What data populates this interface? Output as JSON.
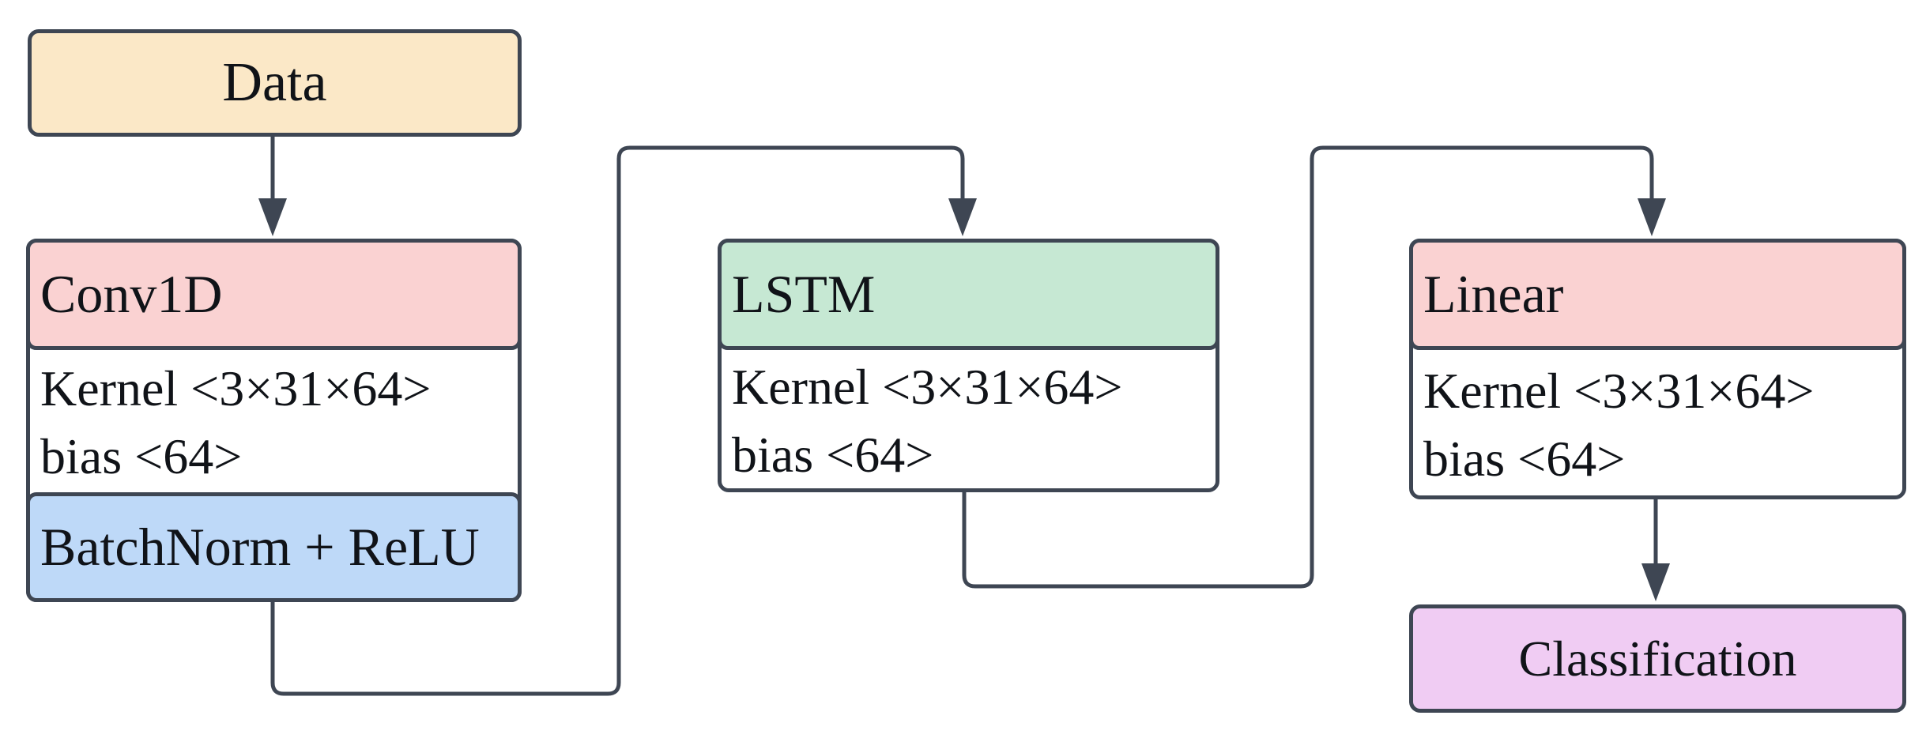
{
  "diagram": {
    "background": "#ffffff",
    "stroke_color": "#3e4653",
    "text_color": "#101318",
    "nodes": {
      "data": {
        "label": "Data",
        "fill": "#fbe8c7"
      },
      "conv1d": {
        "header": "Conv1D",
        "header_fill": "#fad2d2",
        "body_line1": "Kernel <3×31×64>",
        "body_line2": "bias <64>",
        "body_fill": "#ffffff",
        "footer": "BatchNorm + ReLU",
        "footer_fill": "#bed9f8"
      },
      "lstm": {
        "header": "LSTM",
        "header_fill": "#c6e8d3",
        "body_line1": "Kernel <3×31×64>",
        "body_line2": "bias <64>",
        "body_fill": "#ffffff"
      },
      "linear": {
        "header": "Linear",
        "header_fill": "#fad2d2",
        "body_line1": "Kernel <3×31×64>",
        "body_line2": "bias <64>",
        "body_fill": "#ffffff"
      },
      "classification": {
        "label": "Classification",
        "fill": "#f0ccf3"
      }
    },
    "edges": [
      {
        "from": "Data",
        "to": "Conv1D"
      },
      {
        "from": "Conv1D (BatchNorm + ReLU)",
        "to": "LSTM"
      },
      {
        "from": "LSTM",
        "to": "Linear"
      },
      {
        "from": "Linear",
        "to": "Classification"
      }
    ]
  }
}
